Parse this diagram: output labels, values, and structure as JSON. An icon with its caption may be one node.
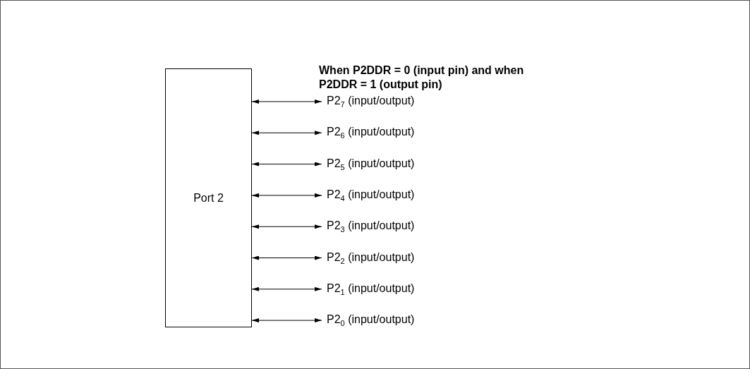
{
  "diagram": {
    "title": "When P2DDR = 0 (input pin) and when P2DDR = 1 (output pin)",
    "nodes": [
      {
        "text": [
          "Port 2"
        ]
      },
      {
        "text": [
          "P2$_{7}$ (input/output)"
        ]
      },
      {
        "text": [
          "P2$_{6}$ (input/output)"
        ]
      },
      {
        "text": [
          "P2$_{5}$ (input/output)"
        ]
      },
      {
        "text": [
          "P2$_{4}$ (input/output)"
        ]
      },
      {
        "text": [
          "P2$_{3}$ (input/output)"
        ]
      },
      {
        "text": [
          "P2$_{2}$ (input/output)"
        ]
      },
      {
        "text": [
          "P2$_{1}$ (input/output)"
        ]
      },
      {
        "text": [
          "P2$_{0}$ (input/output)"
        ]
      }
    ],
    "edges": [
      {
        "from": 0,
        "to": 1,
        "arrow": "both"
      },
      {
        "from": 0,
        "to": 2,
        "arrow": "both"
      },
      {
        "from": 0,
        "to": 3,
        "arrow": "both"
      },
      {
        "from": 0,
        "to": 4,
        "arrow": "both"
      },
      {
        "from": 0,
        "to": 5,
        "arrow": "both"
      },
      {
        "from": 0,
        "to": 6,
        "arrow": "both"
      },
      {
        "from": 0,
        "to": 7,
        "arrow": "both"
      },
      {
        "from": 0,
        "to": 8,
        "arrow": "both"
      }
    ]
  }
}
